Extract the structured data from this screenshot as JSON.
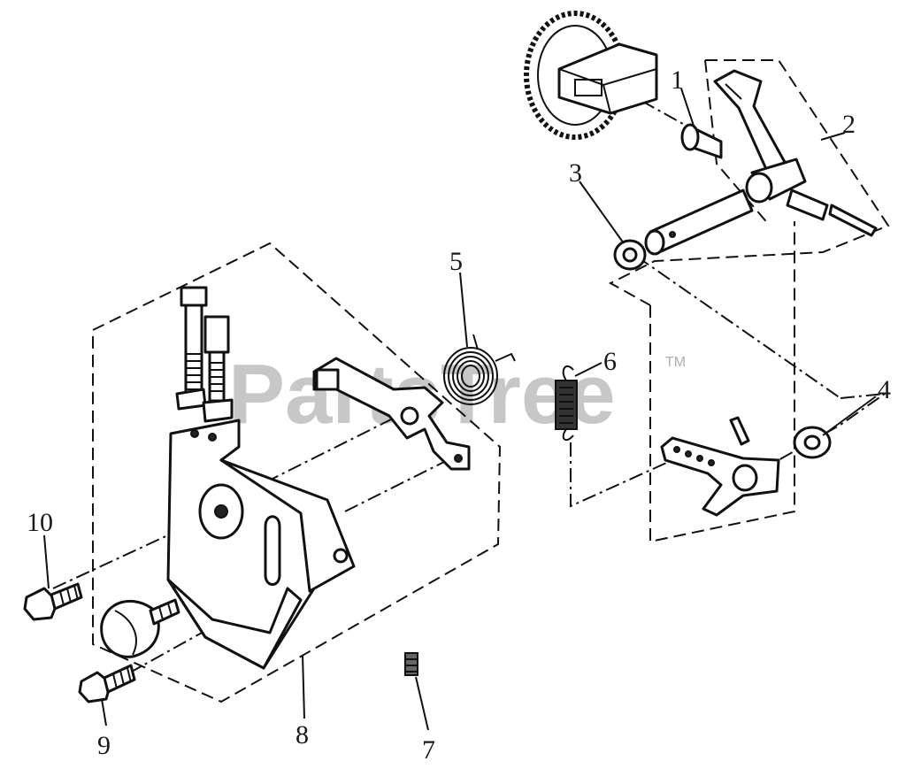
{
  "watermark": {
    "text": "PartsTree",
    "trademark": "TM"
  },
  "callouts": [
    {
      "id": "1",
      "text": "1"
    },
    {
      "id": "2",
      "text": "2"
    },
    {
      "id": "3",
      "text": "3"
    },
    {
      "id": "4",
      "text": "4"
    },
    {
      "id": "5",
      "text": "5"
    },
    {
      "id": "6",
      "text": "6"
    },
    {
      "id": "7",
      "text": "7"
    },
    {
      "id": "8",
      "text": "8"
    },
    {
      "id": "9",
      "text": "9"
    },
    {
      "id": "10",
      "text": "10"
    }
  ]
}
